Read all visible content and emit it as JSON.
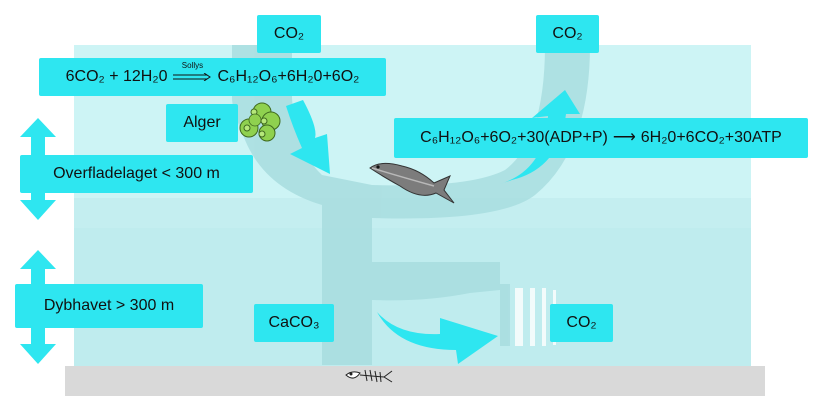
{
  "colors": {
    "surface_water": "#c9f3f4",
    "deep_water": "#bdeced",
    "flow_band": "#a9dcde",
    "label_bg": "#2ee6f0",
    "arrow": "#2ee6f0",
    "seabed": "#d9d9d9",
    "algae": "#8fd14f"
  },
  "labels": {
    "co2_top_left": "CO₂",
    "co2_top_right": "CO₂",
    "co2_deep": "CO₂",
    "caco3": "CaCO₃",
    "algae": "Alger",
    "surface_layer": "Overfladelaget < 300 m",
    "deep_sea": "Dybhavet > 300 m"
  },
  "photosynthesis": {
    "reactants": "6CO₂ + 12H₂0",
    "condition": "Sollys",
    "products": "C₆H₁₂O₆+6H₂0+6O₂"
  },
  "respiration": {
    "reactants": "C₆H₁₂O₆+6O₂+30(ADP+P)",
    "products": "6H₂0+6CO₂+30ATP"
  },
  "icons": {
    "fish": "fish-icon",
    "algae": "algae-cells-icon",
    "skeleton": "fish-skeleton-icon",
    "layer_arrows": "double-headed-arrow-icon"
  }
}
